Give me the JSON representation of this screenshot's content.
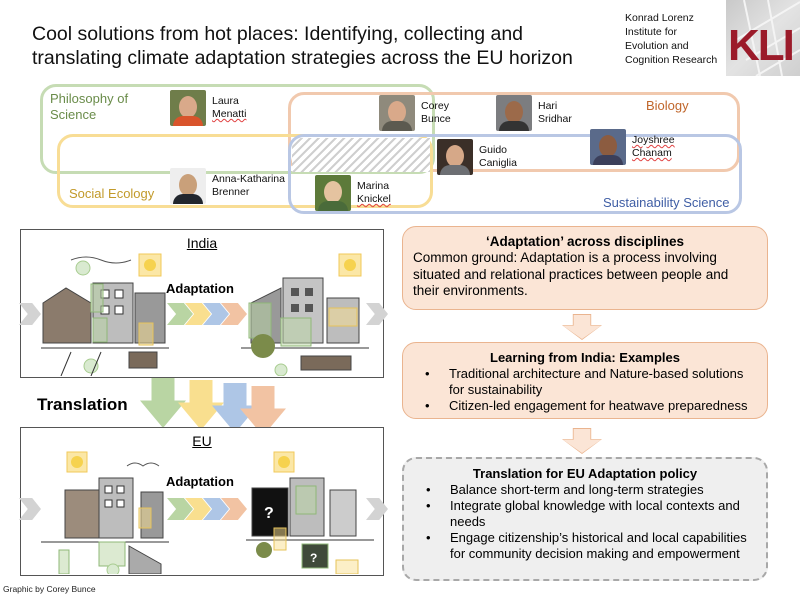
{
  "header": {
    "title": "Cool solutions from hot places: Identifying, collecting and translating climate adaptation strategies across the EU horizon",
    "institution_lines": [
      "Konrad Lorenz",
      "Institute for",
      "Evolution and",
      "Cognition Research"
    ],
    "logo_text": "KLI"
  },
  "disciplines": {
    "philosophy": {
      "label_line1": "Philosophy of",
      "label_line2": "Science",
      "color": "#c6dcb4",
      "text_color": "#6a8c4a"
    },
    "biology": {
      "label": "Biology",
      "color": "#f1c9ae",
      "text_color": "#c0662b"
    },
    "social_ecology": {
      "label": "Social Ecology",
      "color": "#f8dd95",
      "text_color": "#c29a2a"
    },
    "sustainability": {
      "label": "Sustainability Science",
      "color": "#b9c7e4",
      "text_color": "#3f5ea5"
    }
  },
  "people": [
    {
      "first": "Laura",
      "last": "Menatti"
    },
    {
      "first": "Corey",
      "last": "Bunce"
    },
    {
      "first": "Hari",
      "last": "Sridhar"
    },
    {
      "first": "Guido",
      "last": "Caniglia"
    },
    {
      "first": "Joyshree",
      "last": "Chanam"
    },
    {
      "first": "Anna-Katharina",
      "last": "Brenner"
    },
    {
      "first": "Marina",
      "last": "Knickel"
    }
  ],
  "panels": {
    "india": {
      "title": "India",
      "adaptation_label": "Adaptation"
    },
    "eu": {
      "title": "EU",
      "adaptation_label": "Adaptation"
    },
    "translation_label": "Translation"
  },
  "arrow_colors": [
    "#b9d5a3",
    "#f9df8f",
    "#aec6e6",
    "#f2c3a3"
  ],
  "boxes": {
    "adaptation": {
      "title": "‘Adaptation’ across disciplines",
      "body": "Common ground: Adaptation is a process involving situated and relational practices between people and their environments."
    },
    "learning": {
      "title": "Learning from India: Examples",
      "items": [
        "Traditional architecture and Nature-based solutions for sustainability",
        "Citizen-led engagement for heatwave preparedness"
      ]
    },
    "translation": {
      "title": "Translation for EU Adaptation policy",
      "items": [
        "Balance short-term and long-term strategies",
        "Integrate global knowledge with local contexts and needs",
        "Engage citizenship’s historical and local capabilities for community decision making and empowerment"
      ]
    }
  },
  "footer": {
    "credit": "Graphic by Corey Bunce"
  }
}
